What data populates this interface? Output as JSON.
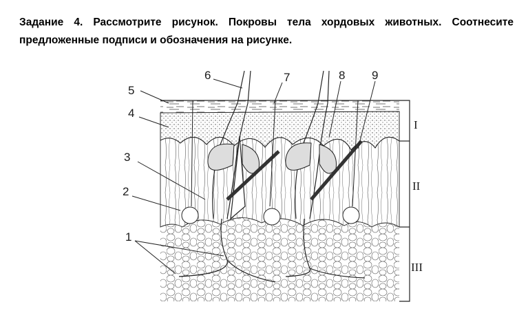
{
  "task": {
    "text": "Задание 4. Рассмотрите рисунок. Покровы тела хордовых животных. Соотнесите предложенные подписи и обозначения на рисунке."
  },
  "diagram": {
    "labels": [
      "1",
      "2",
      "3",
      "4",
      "5",
      "6",
      "7",
      "8",
      "9"
    ],
    "layers": [
      "I",
      "II",
      "III"
    ]
  }
}
